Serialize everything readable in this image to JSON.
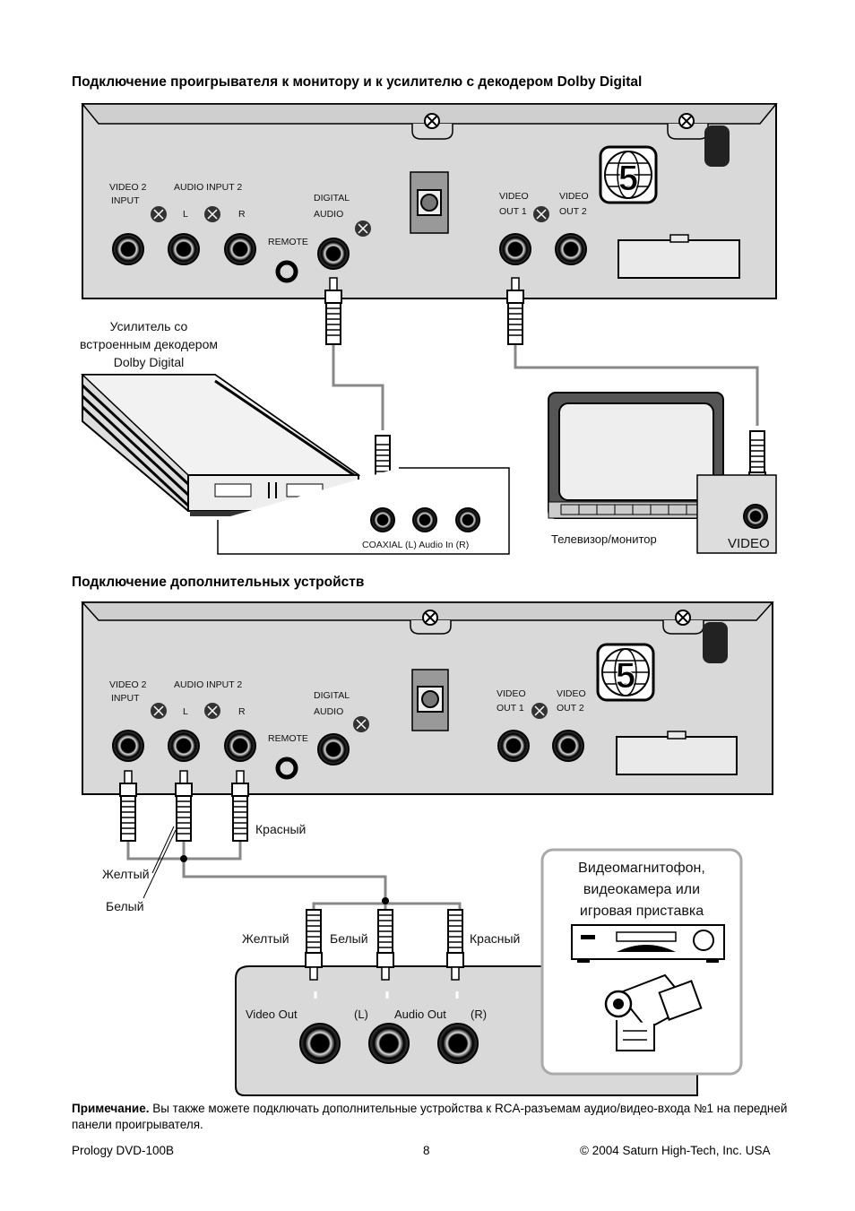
{
  "heading1": "Подключение проигрывателя к монитору и к усилителю с декодером Dolby Digital",
  "heading2": "Подключение дополнительных устройств",
  "panel": {
    "video2": "VIDEO 2",
    "input": "INPUT",
    "audio_input2": "AUDIO  INPUT 2",
    "l": "L",
    "r": "R",
    "digital": "DIGITAL",
    "audio": "AUDIO",
    "remote": "REMOTE",
    "video": "VIDEO",
    "out1": "OUT 1",
    "out2": "OUT 2",
    "badge": "5"
  },
  "diagram1": {
    "amp_line1": "Усилитель со",
    "amp_line2": "встроенным декодером",
    "amp_line3": "Dolby Digital",
    "amp_inputs": "COAXIAL  (L) Audio In (R)",
    "tv_label": "Телевизор/монитор",
    "video_jack": "VIDEO"
  },
  "diagram2": {
    "red_top": "Красный",
    "yellow_left": "Желтый",
    "white_left": "Белый",
    "yellow": "Желтый",
    "white": "Белый",
    "red": "Красный",
    "device_line1": "Видеомагнитофон,",
    "device_line2": "видеокамера или",
    "device_line3": "игровая приставка",
    "video_out": "Video Out",
    "l_paren": "(L)",
    "audio_out": "Audio Out",
    "r_paren": "(R)"
  },
  "note": {
    "bold": "Примечание.",
    "text": " Вы также можете подключать дополнительные устройства к RCA-разъемам аудио/видео-входа №1 на передней панели проигрывателя."
  },
  "footer": {
    "left": "Prology DVD-100B",
    "page": "8",
    "right": "© 2004 Saturn High-Tech, Inc. USA"
  }
}
